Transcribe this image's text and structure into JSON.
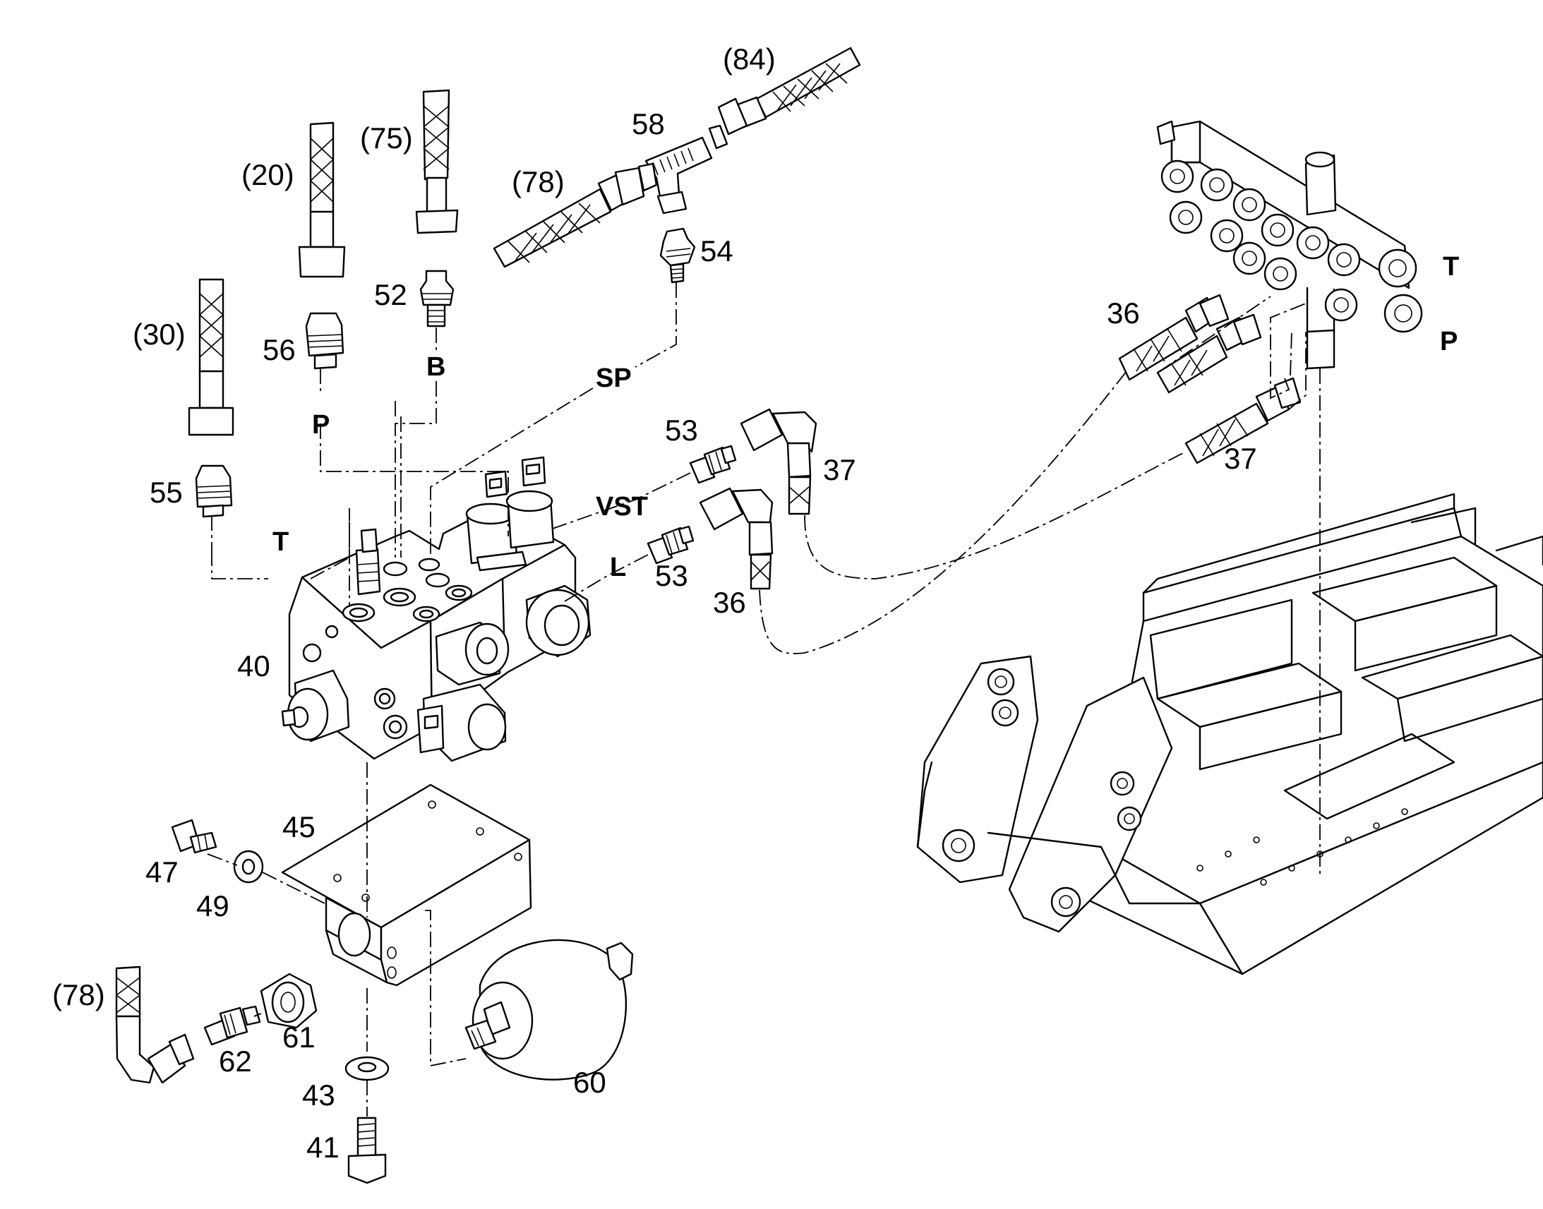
{
  "labels": {
    "l84": "(84)",
    "l58": "58",
    "l75": "(75)",
    "l20": "(20)",
    "l78a": "(78)",
    "l54": "54",
    "l52": "52",
    "l30": "(30)",
    "l56": "56",
    "l53a": "53",
    "l37a": "37",
    "l55": "55",
    "l53b": "53",
    "l36b": "36",
    "l40": "40",
    "l45": "45",
    "l47": "47",
    "l49": "49",
    "l78b": "(78)",
    "l61": "61",
    "l62": "62",
    "l43": "43",
    "l60": "60",
    "l41": "41",
    "l36a": "36",
    "l37b": "37"
  },
  "ports": {
    "B": "B",
    "P1": "P",
    "SP": "SP",
    "T1": "T",
    "VST": "VST",
    "L": "L",
    "T2": "T",
    "P2": "P"
  }
}
